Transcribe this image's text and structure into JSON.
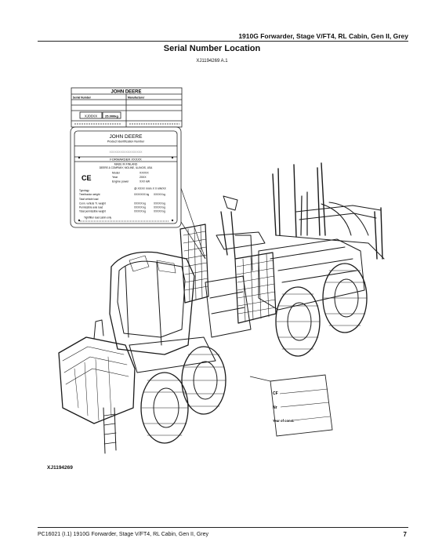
{
  "header": {
    "doc_title": "1910G Forwarder, Stage V/FT4, RL Cabin, Gen II, Grey"
  },
  "section": {
    "title": "Serial Number Location",
    "figure_ref": "XJ1194269 A.1"
  },
  "plate_top": {
    "brand": "JOHN DEERE",
    "field_serial": "Serial Number",
    "field_right": "Manufacturer",
    "box_text": "XJ00XX",
    "box_weight": "25.000kg"
  },
  "plate_main": {
    "brand": "JOHN DEERE",
    "line1": "Product Identification Number",
    "serial_value": "XXXXXXXXXXXXXXXXXX",
    "model_line": "FORWARDER XXXXX",
    "maker_1": "MADE IN FINLAND",
    "maker_2": "DEERE & COMPANY, MOLINE, ILLINOIS, USA",
    "ce_mark": "CE",
    "rows": [
      {
        "label": "Model",
        "value": "XXXXX"
      },
      {
        "label": "Year",
        "value": "20XX"
      },
      {
        "label": "Engine power",
        "value": "XXX kW"
      }
    ],
    "row_mid": "@ XXXX r/min   X X kW/XX",
    "rows2": [
      {
        "label": "Typology",
        "v1": "",
        "v2": ""
      },
      {
        "label": "Tree/tractor weight",
        "v1": "XXXXXXX kg",
        "v2": "XXXXX kg"
      },
      {
        "label": "Total vehicle load",
        "v1": "",
        "v2": ""
      },
      {
        "label": "Conn. vehicle Tr. weight",
        "v1": "XXXXX kg",
        "v2": "XXXXX kg"
      },
      {
        "label": "Permissible axle load",
        "v1": "XXXXX kg",
        "v2": "XXXXX kg"
      },
      {
        "label": "Total permissible weight",
        "v1": "XXXXX kg",
        "v2": "XXXXX kg"
      }
    ],
    "note": "Tightfilter load cabin only"
  },
  "plate_small": {
    "labels": [
      "CF",
      "Nr",
      "Year of const."
    ]
  },
  "figure_id": "XJ1194269",
  "footer": {
    "left": "PC16021   (I.1)    1910G Forwarder, Stage V/FT4, RL Cabin, Gen II, Grey",
    "page": "7"
  }
}
